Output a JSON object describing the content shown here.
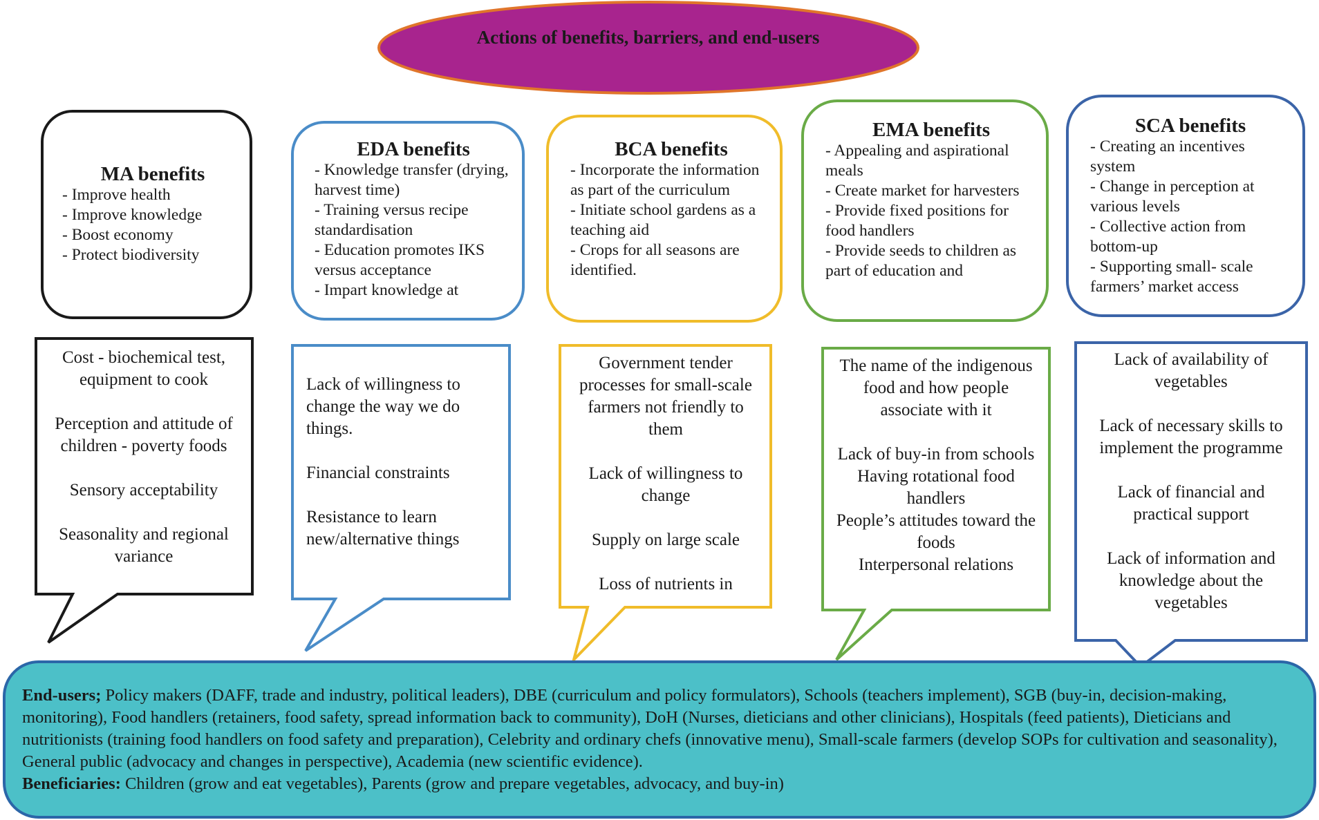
{
  "title": "Actions of benefits, barriers, and end-users",
  "colors": {
    "title_fill": "#a8248e",
    "title_stroke": "#e0752b",
    "ma": "#1a1a1a",
    "eda": "#4a8cc8",
    "bca": "#f0bc2a",
    "ema": "#6aab47",
    "sca": "#3b64a8",
    "bottom_fill": "#4cc0c8",
    "bottom_stroke": "#2b66a8"
  },
  "benefits": [
    {
      "heading": "MA benefits",
      "items": [
        "- Improve health",
        "- Improve knowledge",
        "- Boost economy",
        "- Protect biodiversity"
      ]
    },
    {
      "heading": "EDA benefits",
      "items": [
        "- Knowledge transfer (drying, harvest time)",
        "- Training versus recipe standardisation",
        "- Education promotes IKS versus acceptance",
        "- Impart knowledge at"
      ]
    },
    {
      "heading": "BCA benefits",
      "items": [
        "- Incorporate the information as part of the curriculum",
        "- Initiate school gardens as a teaching aid",
        "- Crops for all seasons are identified."
      ]
    },
    {
      "heading": "EMA benefits",
      "items": [
        "- Appealing and aspirational meals",
        "- Create market for harvesters",
        "- Provide fixed positions for food handlers",
        "- Provide seeds to children as part of education and"
      ]
    },
    {
      "heading": "SCA benefits",
      "items": [
        "- Creating an incentives system",
        "- Change in perception at various levels",
        "- Collective action from bottom-up",
        "- Supporting small- scale farmers’ market access"
      ]
    }
  ],
  "barriers": [
    {
      "items": [
        "Cost - biochemical test, equipment to cook",
        "Perception and attitude of children - poverty foods",
        "Sensory acceptability",
        "Seasonality and regional variance"
      ]
    },
    {
      "items": [
        "Lack of willingness to change the way we do things.",
        "Financial constraints",
        "Resistance to learn new/alternative things"
      ]
    },
    {
      "items": [
        "Government tender processes for small-scale farmers not friendly to them",
        "Lack of willingness to change",
        "Supply on large scale",
        "Loss of nutrients in"
      ]
    },
    {
      "items": [
        "The name of the indigenous food and how people associate with it",
        "Lack of buy-in from schools",
        "Having rotational food handlers",
        "People’s attitudes toward the foods",
        "Interpersonal relations"
      ]
    },
    {
      "items": [
        "Lack of availability of vegetables",
        "Lack of necessary skills to implement the programme",
        "Lack of financial and practical support",
        "Lack of information and knowledge about the vegetables"
      ]
    }
  ],
  "bottom": {
    "end_users_label": "End-users;",
    "end_users_text": " Policy makers (DAFF, trade and industry, political leaders), DBE (curriculum and policy formulators), Schools (teachers implement), SGB (buy-in, decision-making, monitoring), Food handlers (retainers, food safety, spread information back to community), DoH (Nurses, dieticians and other clinicians), Hospitals (feed patients), Dieticians and nutritionists (training food handlers on food safety and preparation), Celebrity and ordinary chefs (innovative menu),  Small-scale farmers (develop SOPs for cultivation and seasonality), General public (advocacy and changes in perspective), Academia (new scientific evidence).",
    "beneficiaries_label": "Beneficiaries:",
    "beneficiaries_text": " Children (grow and eat vegetables), Parents (grow and prepare vegetables, advocacy, and buy-in)"
  }
}
